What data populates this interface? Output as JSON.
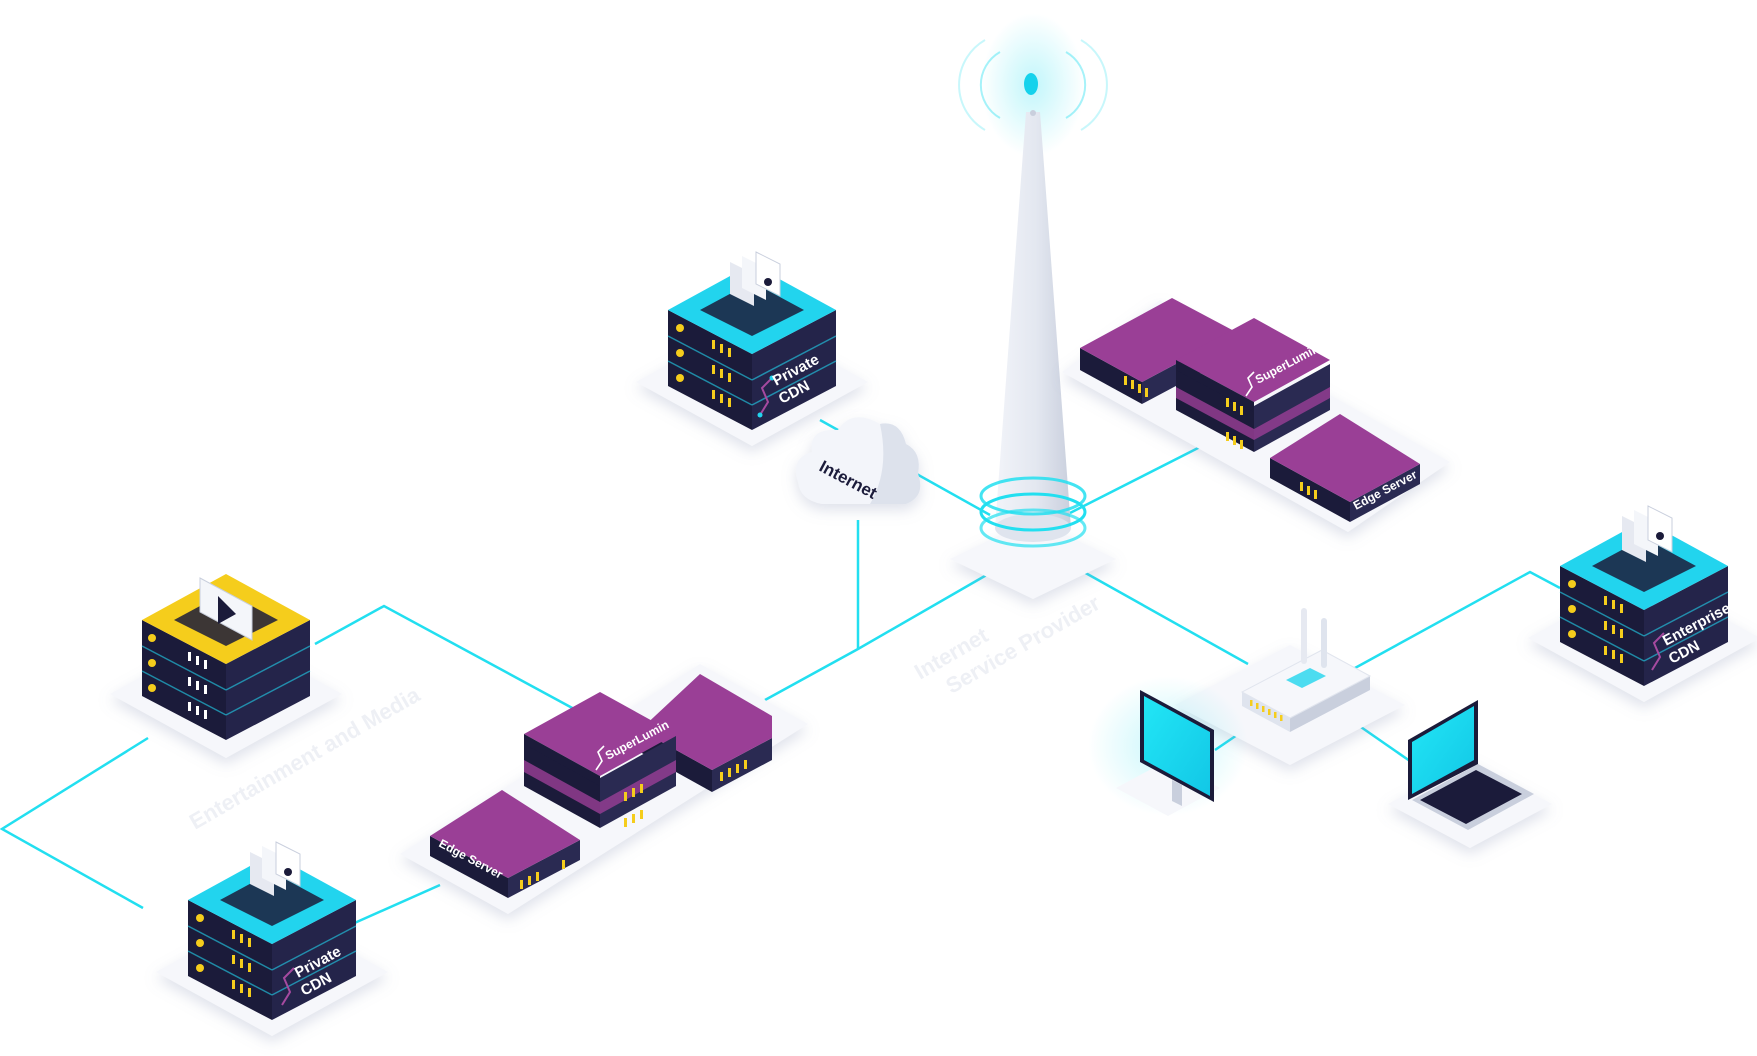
{
  "diagram": {
    "colors": {
      "background": "#ffffff",
      "link": "#22dff0",
      "server_body": "#1b1b3a",
      "cdn_accent": "#22d4ee",
      "media_accent": "#f5cd1c",
      "edge_purple": "#9a3f96",
      "tower": "#dfe4ee",
      "led": "#f5cd1c"
    },
    "labels": {
      "private_cdn_top": [
        "Private",
        "CDN"
      ],
      "private_cdn_bottom": [
        "Private",
        "CDN"
      ],
      "enterprise_cdn": [
        "Enterprise",
        "CDN"
      ],
      "internet": "Internet",
      "edge_server_right": "Edge Server",
      "edge_server_left": "Edge Server",
      "superlumin_right": "SuperLumin",
      "superlumin_left": "SuperLumin",
      "isp_zone": [
        "Internet",
        "Service Provider"
      ],
      "media_zone": "Entertainment and Media"
    },
    "icons": {
      "documents": "document-stack-icon",
      "media": "video-play-icon",
      "cloud": "cloud-icon",
      "tower": "broadcast-tower-icon",
      "router": "router-icon",
      "monitor": "monitor-icon",
      "laptop": "laptop-icon",
      "brand": "superlumin-logo-icon"
    }
  }
}
